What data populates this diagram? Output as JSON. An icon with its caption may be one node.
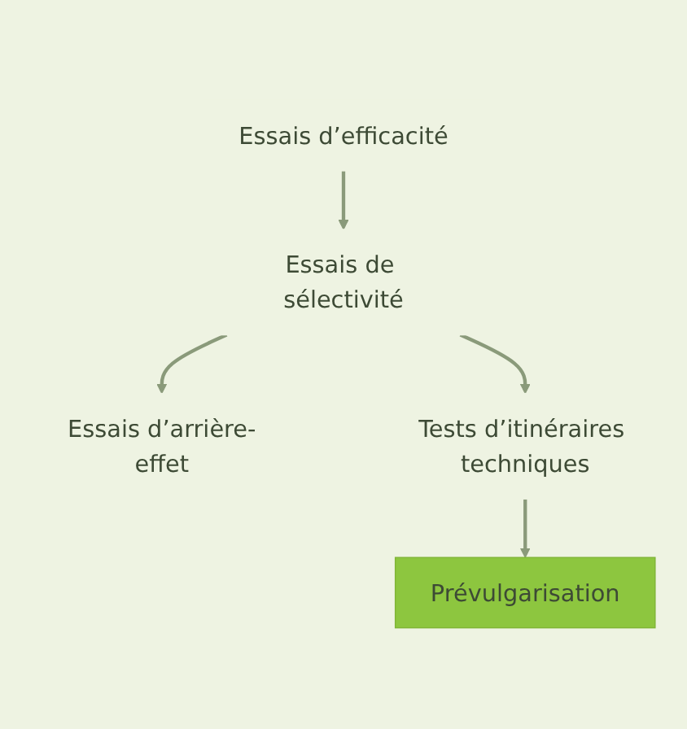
{
  "diagram": {
    "nodes": [
      {
        "text": [
          "Essais d’efficacité"
        ]
      },
      {
        "text": [
          "Essais de sélectivité"
        ]
      },
      {
        "text": [
          "Essais d’arrière-effet"
        ]
      },
      {
        "text": [
          "Tests d’itinéraires techniques"
        ]
      },
      {
        "text": [
          "Prévulgarisation"
        ]
      }
    ],
    "edges": [
      {
        "from": 0,
        "to": 1,
        "arrow": "to"
      },
      {
        "from": 1,
        "to": 2,
        "arrow": "to"
      },
      {
        "from": 1,
        "to": 3,
        "arrow": "to"
      },
      {
        "from": 3,
        "to": 4,
        "arrow": "to"
      }
    ]
  }
}
